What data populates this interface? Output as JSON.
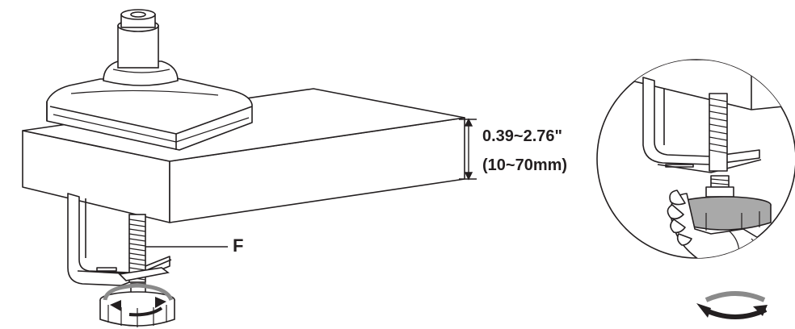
{
  "labels": {
    "thickness_inches": "0.39~2.76\"",
    "thickness_mm": "(10~70mm)",
    "part_letter": "F"
  },
  "colors": {
    "line": "#231f20",
    "rotation_arrow": "#8a8a8a",
    "knob_fill": "#a9a9a9",
    "background": "#ffffff"
  },
  "icons": [
    "rotate-clockwise-arrow-icon",
    "hand-icon"
  ]
}
